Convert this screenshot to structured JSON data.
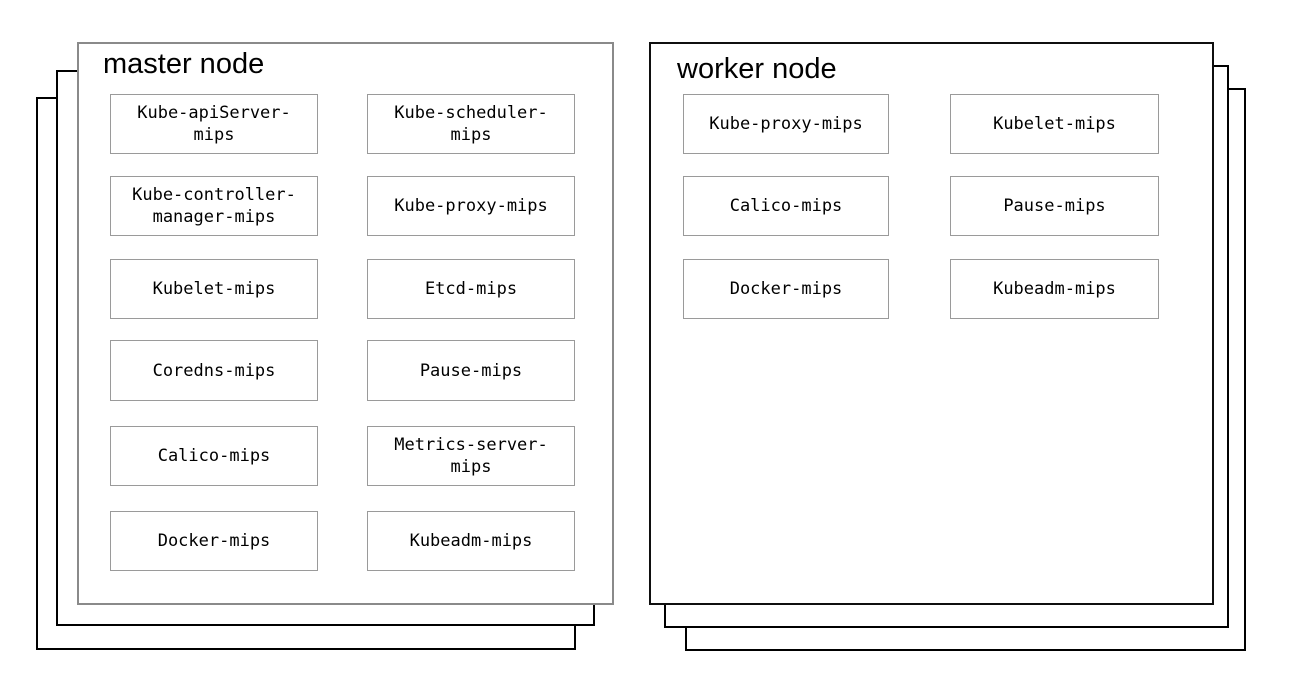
{
  "diagram": {
    "master": {
      "title": "master node",
      "stack_layers": 3,
      "left_column": [
        "Kube-apiServer-\nmips",
        "Kube-controller-\nmanager-mips",
        "Kubelet-mips",
        "Coredns-mips",
        "Calico-mips",
        "Docker-mips"
      ],
      "right_column": [
        "Kube-scheduler-\nmips",
        "Kube-proxy-mips",
        "Etcd-mips",
        "Pause-mips",
        "Metrics-server-\nmips",
        "Kubeadm-mips"
      ]
    },
    "worker": {
      "title": "worker node",
      "stack_layers": 3,
      "left_column": [
        "Kube-proxy-mips",
        "Calico-mips",
        "Docker-mips"
      ],
      "right_column": [
        "Kubelet-mips",
        "Pause-mips",
        "Kubeadm-mips"
      ]
    }
  },
  "colors": {
    "background": "#ffffff",
    "text": "#000000",
    "master_frame_border": "#8a8a8a",
    "worker_frame_border": "#0f0f0f",
    "stack_border": "#000000",
    "component_border": "#9a9a9a"
  }
}
